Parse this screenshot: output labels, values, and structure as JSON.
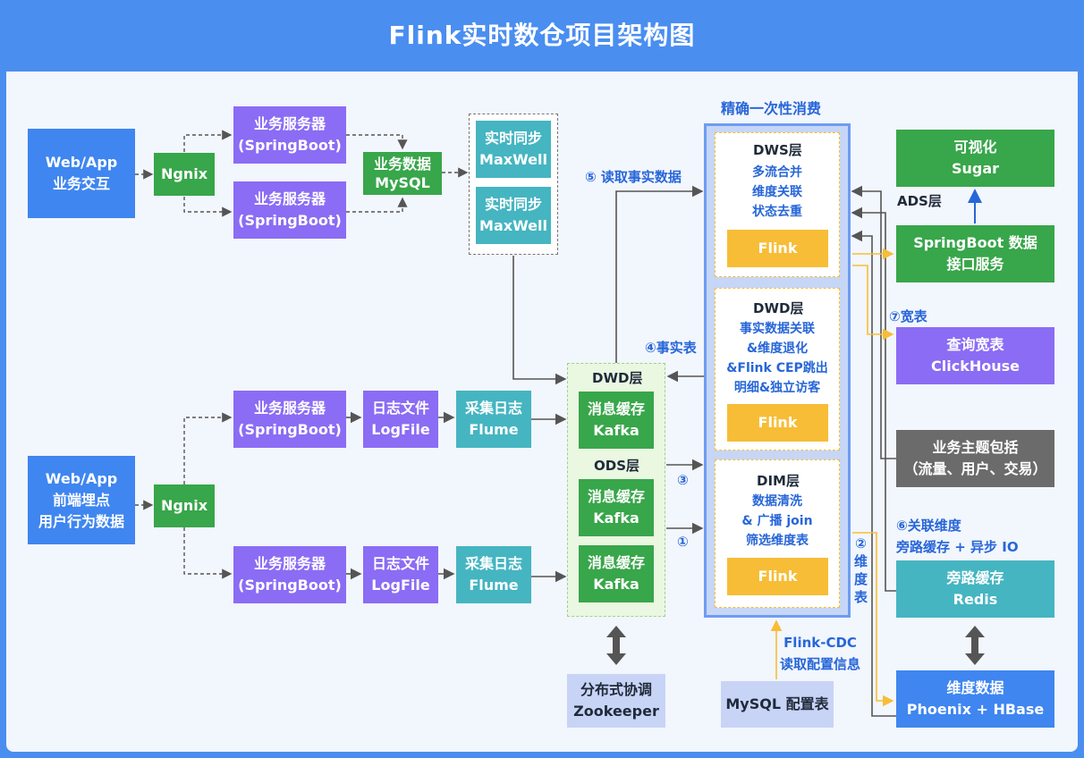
{
  "title": "Flink实时数仓项目架构图",
  "nodes": {
    "web_app_top": [
      "Web/App",
      "业务交互"
    ],
    "web_app_bottom": [
      "Web/App",
      "前端埋点",
      "用户行为数据"
    ],
    "ngnix_top": "Ngnix",
    "ngnix_bottom": "Ngnix",
    "server1": [
      "业务服务器",
      "(SpringBoot)"
    ],
    "server2": [
      "业务服务器",
      "(SpringBoot)"
    ],
    "server3": [
      "业务服务器",
      "(SpringBoot)"
    ],
    "server4": [
      "业务服务器",
      "(SpringBoot)"
    ],
    "mysql": [
      "业务数据",
      "MySQL"
    ],
    "maxwell1": [
      "实时同步",
      "MaxWell"
    ],
    "maxwell2": [
      "实时同步",
      "MaxWell"
    ],
    "logfile1": [
      "日志文件",
      "LogFile"
    ],
    "logfile2": [
      "日志文件",
      "LogFile"
    ],
    "flume1": [
      "采集日志",
      "Flume"
    ],
    "flume2": [
      "采集日志",
      "Flume"
    ],
    "dwd_layer_label": "DWD层",
    "ods_layer_label": "ODS层",
    "kafka1": [
      "消息缓存",
      "Kafka"
    ],
    "kafka2": [
      "消息缓存",
      "Kafka"
    ],
    "kafka3": [
      "消息缓存",
      "Kafka"
    ],
    "zookeeper": [
      "分布式协调",
      "Zookeeper"
    ],
    "precise_label": "精确一次性消费",
    "dws": {
      "title": "DWS层",
      "lines": [
        "多流合并",
        "维度关联",
        "状态去重"
      ],
      "flink": "Flink"
    },
    "dwd": {
      "title": "DWD层",
      "lines": [
        "事实数据关联",
        "&维度退化",
        "&Flink CEP跳出",
        "明细&独立访客"
      ],
      "flink": "Flink"
    },
    "dim": {
      "title": "DIM层",
      "lines": [
        "数据清洗",
        "& 广播 join",
        "筛选维度表"
      ],
      "flink": "Flink"
    },
    "mysql_config": "MySQL 配置表",
    "flink_cdc": [
      "Flink-CDC",
      "读取配置信息"
    ],
    "sugar": [
      "可视化",
      "Sugar"
    ],
    "ads_label": "ADS层",
    "springboot_api": [
      "SpringBoot 数据",
      "接口服务"
    ],
    "clickhouse": [
      "查询宽表",
      "ClickHouse"
    ],
    "business_topic": [
      "业务主题包括",
      "（流量、用户、交易）"
    ],
    "redis": [
      "旁路缓存",
      "Redis"
    ],
    "hbase": [
      "维度数据",
      "Phoenix + HBase"
    ]
  },
  "edge_labels": {
    "read_fact": "⑤ 读取事实数据",
    "fact_table": "④事实表",
    "step3": "③",
    "step1": "①",
    "dim_table": [
      "②",
      "维",
      "度",
      "表"
    ],
    "wide_table": "⑦宽表",
    "join_dim": [
      "⑥关联维度",
      "旁路缓存 + 异步 IO"
    ]
  },
  "colors": {
    "blue": "#3f86f0",
    "green": "#38a64a",
    "purple": "#8b6cf4",
    "teal": "#45b5c1",
    "gray": "#6b6b6b",
    "yellow": "#f7bd36",
    "lavender": "#c8d4f6",
    "accent_text": "#2766d8"
  }
}
